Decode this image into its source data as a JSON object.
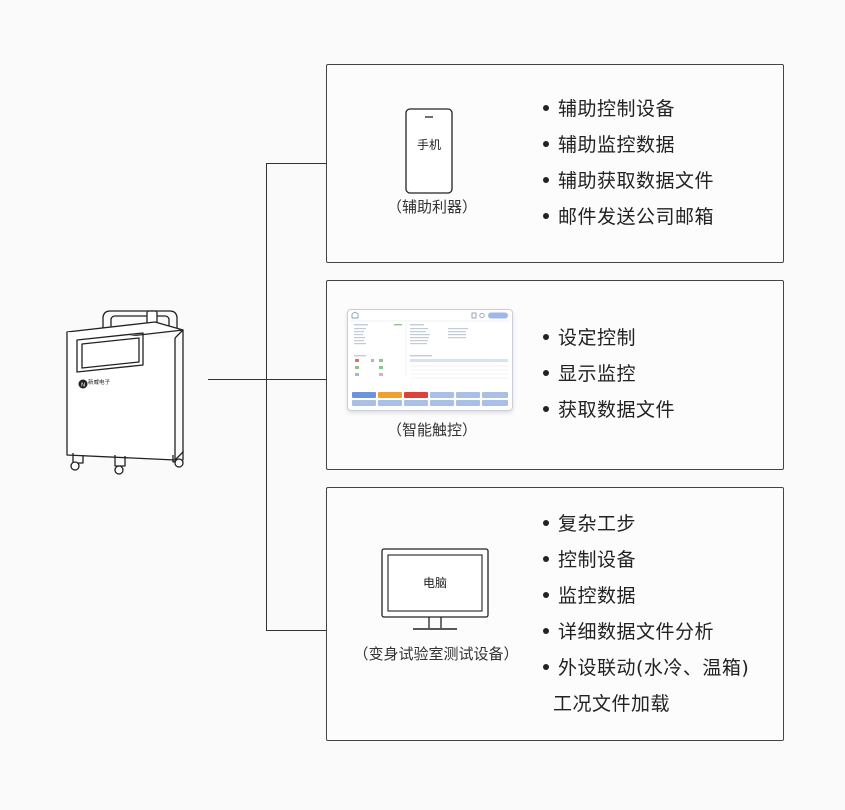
{
  "device": {
    "brand_text": "新威电子"
  },
  "panels": [
    {
      "id": "phone",
      "device_label": "手机",
      "caption": "（辅助利器）",
      "bullets": [
        "辅助控制设备",
        "辅助监控数据",
        "辅助获取数据文件",
        "邮件发送公司邮箱"
      ]
    },
    {
      "id": "touch",
      "caption": "（智能触控）",
      "bullets": [
        "设定控制",
        "显示监控",
        "获取数据文件"
      ]
    },
    {
      "id": "pc",
      "device_label": "电脑",
      "caption": "（变身试验室测试设备）",
      "bullets": [
        "复杂工步",
        "控制设备",
        "监控数据",
        "详细数据文件分析",
        "外设联动(水冷、温箱)"
      ],
      "bullet_continuation": "工况文件加载"
    }
  ],
  "colors": {
    "line": "#333333",
    "panel_border": "#444444",
    "screen_accent": "#9fb8e8",
    "btn_orange": "#f0a030",
    "btn_red": "#e0403a"
  }
}
